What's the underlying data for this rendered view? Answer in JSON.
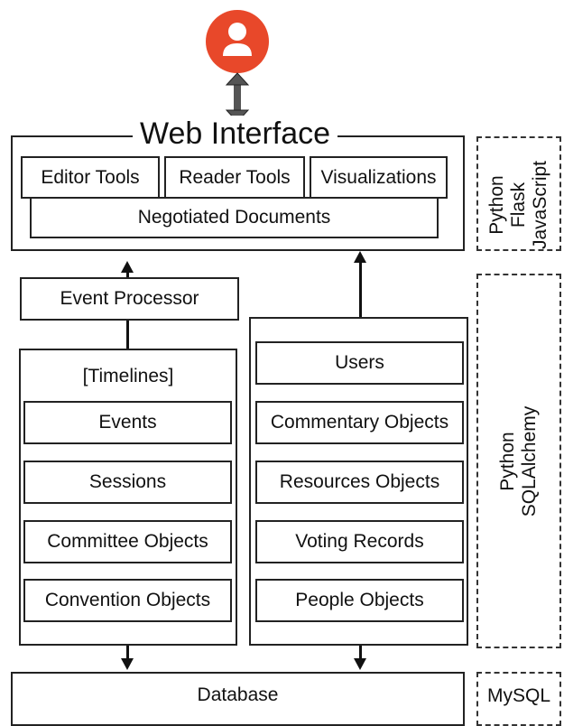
{
  "web_interface": {
    "title": "Web Interface",
    "tools": [
      "Editor Tools",
      "Reader Tools",
      "Visualizations"
    ],
    "documents": "Negotiated Documents"
  },
  "left": {
    "event_processor": "Event Processor",
    "header": "[Timelines]",
    "items": [
      "Events",
      "Sessions",
      "Committee Objects",
      "Convention Objects"
    ]
  },
  "right": {
    "items": [
      "Users",
      "Commentary Objects",
      "Resources Objects",
      "Voting Records",
      "People Objects"
    ]
  },
  "database": "Database",
  "tech": {
    "frontend": "Python\nFlask\nJavaScript",
    "backend": "Python\nSQLAlchemy",
    "db": "MySQL"
  },
  "colors": {
    "user_icon": "#e8482a",
    "double_arrow": "#555555"
  }
}
